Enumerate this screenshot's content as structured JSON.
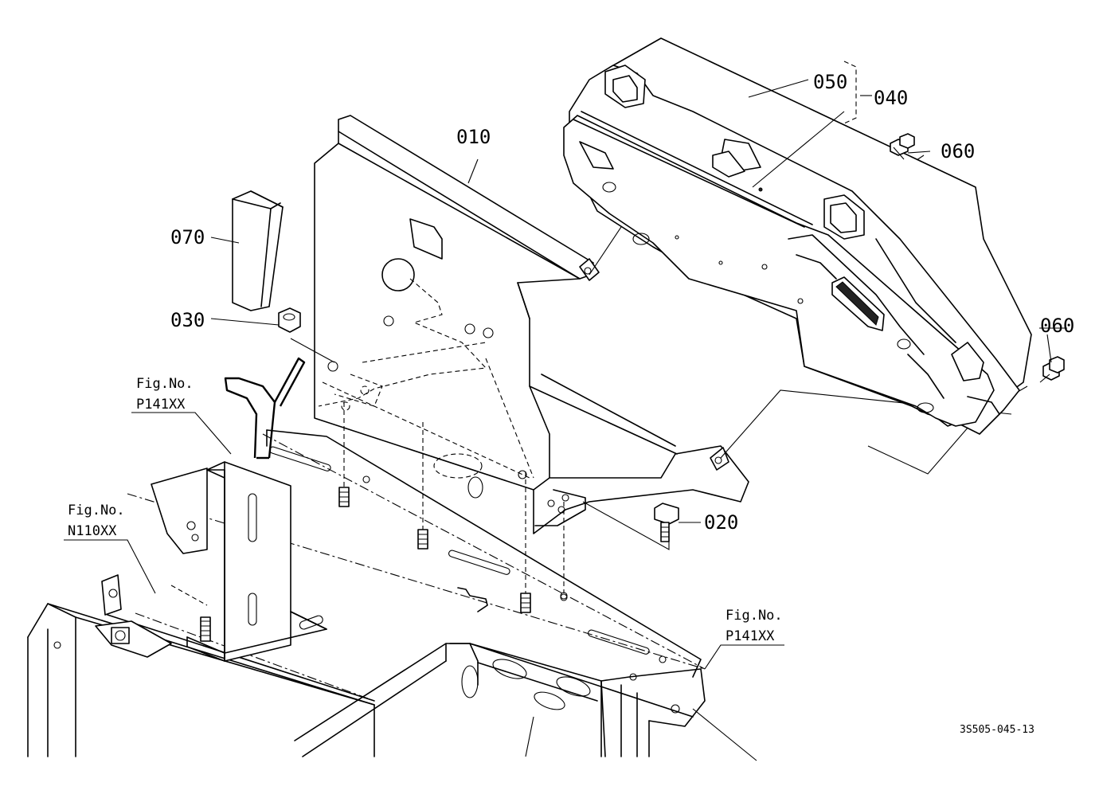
{
  "parts": [
    {
      "id": "010",
      "label": "010"
    },
    {
      "id": "020",
      "label": "020"
    },
    {
      "id": "030",
      "label": "030"
    },
    {
      "id": "040",
      "label": "040"
    },
    {
      "id": "050",
      "label": "050"
    },
    {
      "id": "060a",
      "label": "060"
    },
    {
      "id": "060b",
      "label": "060"
    },
    {
      "id": "070",
      "label": "070"
    }
  ],
  "figure_refs": [
    {
      "prefix": "Fig.No.",
      "number": "P141XX"
    },
    {
      "prefix": "Fig.No.",
      "number": "N110XX"
    },
    {
      "prefix": "Fig.No.",
      "number": "P141XX"
    }
  ],
  "drawing_code": "3S505-045-13"
}
